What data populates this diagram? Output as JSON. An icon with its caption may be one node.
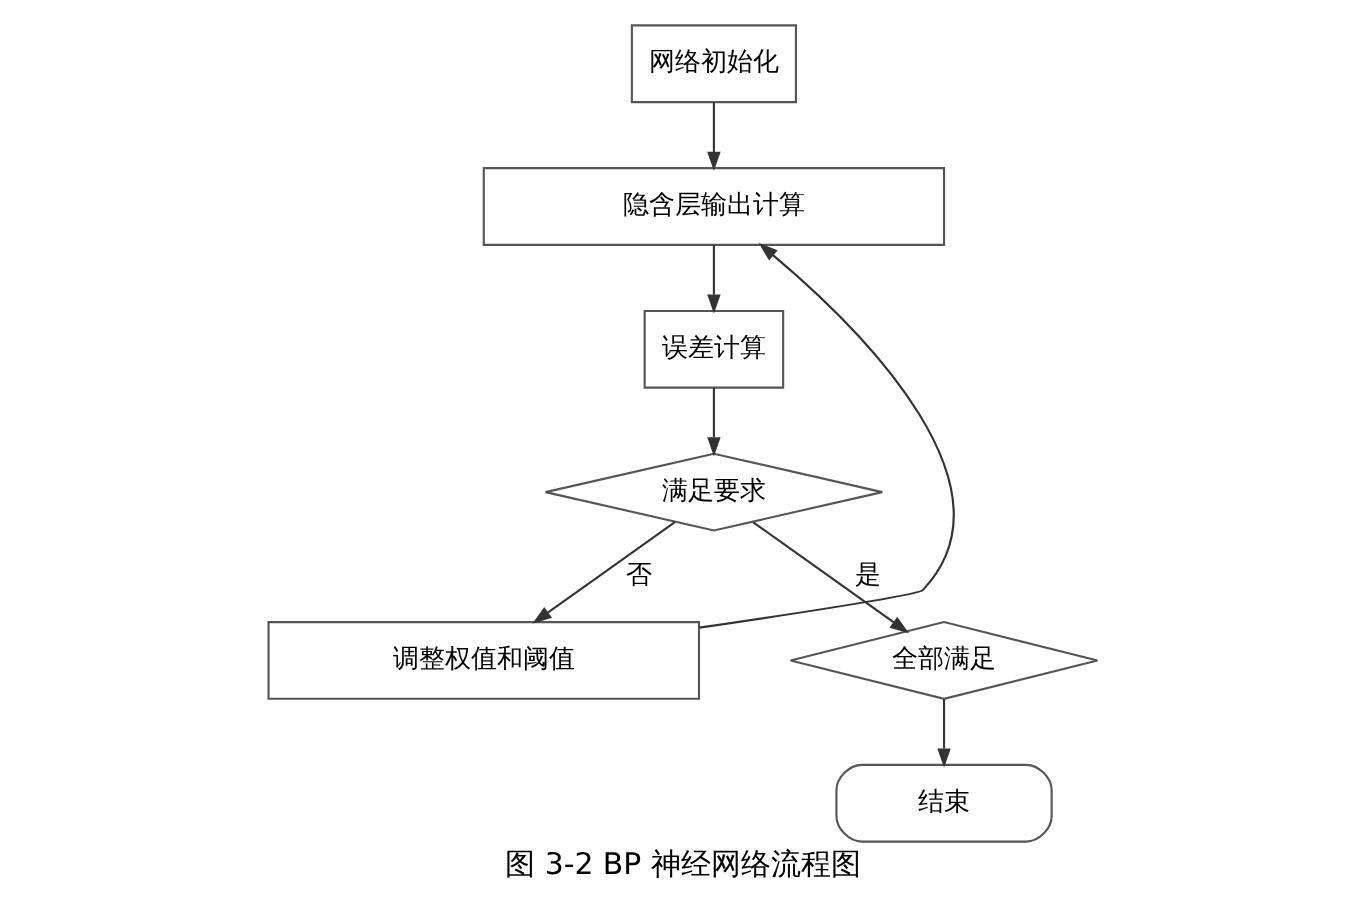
{
  "diagram": {
    "caption": "图 3-2 BP 神经网络流程图",
    "nodes": [
      {
        "text": [
          "网络初始化"
        ]
      },
      {
        "text": [
          "隐含层输出计算"
        ]
      },
      {
        "text": [
          "误差计算"
        ]
      },
      {
        "text": [
          "满足要求"
        ]
      },
      {
        "text": [
          "调整权值和阈值"
        ]
      },
      {
        "text": [
          "全部满足"
        ]
      },
      {
        "text": [
          "结束"
        ]
      }
    ],
    "edges": [
      {
        "from": 0,
        "to": 1,
        "arrow": "to"
      },
      {
        "from": 1,
        "to": 2,
        "arrow": "to"
      },
      {
        "from": 2,
        "to": 3,
        "arrow": "to"
      },
      {
        "from": 3,
        "to": 4,
        "arrow": "to",
        "label": "否"
      },
      {
        "from": 3,
        "to": 5,
        "arrow": "to",
        "label": "是"
      },
      {
        "from": 4,
        "to": 1,
        "arrow": "to"
      },
      {
        "from": 5,
        "to": 6,
        "arrow": "to"
      }
    ]
  }
}
